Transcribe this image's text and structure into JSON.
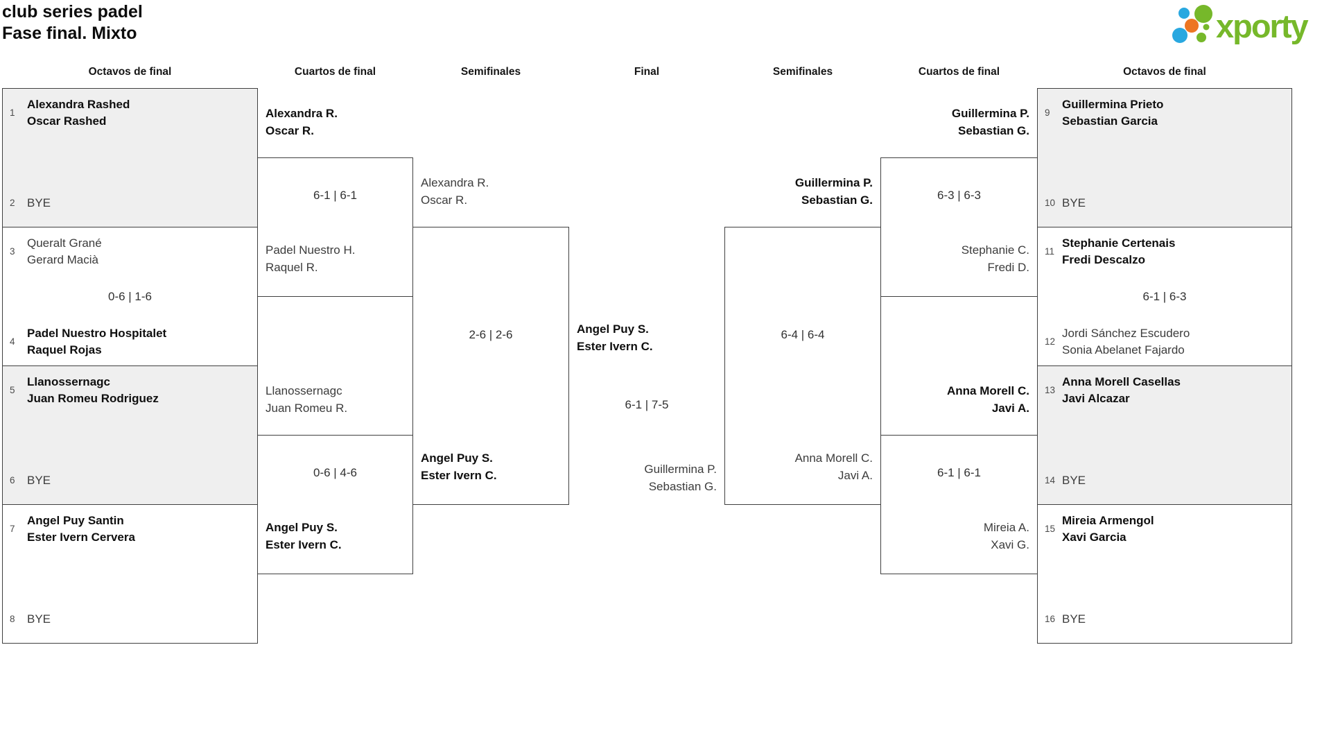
{
  "title": {
    "line1": "club series padel",
    "line2": "Fase final. Mixto"
  },
  "logo": {
    "brand": "xporty",
    "colors": {
      "green": "#76b82a",
      "blue": "#29a8e0",
      "orange": "#ed7622"
    }
  },
  "columns": [
    "Octavos de final",
    "Cuartos de final",
    "Semifinales",
    "Final",
    "Semifinales",
    "Cuartos de final",
    "Octavos de final"
  ],
  "colors": {
    "shaded_box": "#efefef",
    "border": "#3f3f3f",
    "text_strong": "#0f0f0f",
    "text_regular": "#3c3c3c"
  },
  "r16_left": [
    {
      "top": {
        "seed": "1",
        "lines": [
          "Alexandra Rashed",
          "Oscar Rashed"
        ]
      },
      "bottom": {
        "seed": "2",
        "lines": [
          "BYE"
        ]
      },
      "score": ""
    },
    {
      "top": {
        "seed": "3",
        "lines": [
          "Queralt Grané",
          "Gerard Macià"
        ]
      },
      "bottom": {
        "seed": "4",
        "lines": [
          "Padel Nuestro Hospitalet",
          "Raquel Rojas"
        ]
      },
      "score": "0-6 | 1-6"
    },
    {
      "top": {
        "seed": "5",
        "lines": [
          "Llanossernagc",
          "Juan Romeu Rodriguez"
        ]
      },
      "bottom": {
        "seed": "6",
        "lines": [
          "BYE"
        ]
      },
      "score": ""
    },
    {
      "top": {
        "seed": "7",
        "lines": [
          "Angel Puy Santin",
          "Ester Ivern Cervera"
        ]
      },
      "bottom": {
        "seed": "8",
        "lines": [
          "BYE"
        ]
      },
      "score": ""
    }
  ],
  "qf_left": [
    {
      "top": {
        "lines": [
          "Alexandra R.",
          "Oscar R."
        ]
      },
      "score": "6-1 | 6-1",
      "bottom": {
        "lines": [
          "Padel Nuestro H.",
          "Raquel R."
        ]
      }
    },
    {
      "top": {
        "lines": [
          "Llanossernagc",
          "Juan Romeu R."
        ]
      },
      "score": "0-6 | 4-6",
      "bottom": {
        "lines": [
          "Angel Puy S.",
          "Ester Ivern C."
        ]
      }
    }
  ],
  "sf_left": {
    "top": {
      "lines": [
        "Alexandra R.",
        "Oscar R."
      ]
    },
    "score": "2-6 | 2-6",
    "bottom": {
      "lines": [
        "Angel Puy S.",
        "Ester Ivern C."
      ]
    }
  },
  "final": {
    "top": {
      "lines": [
        "Angel Puy S.",
        "Ester Ivern C."
      ]
    },
    "score": "6-1 | 7-5",
    "bottom": {
      "lines": [
        "Guillermina P.",
        "Sebastian G."
      ]
    }
  },
  "sf_right": {
    "top": {
      "lines": [
        "Guillermina P.",
        "Sebastian G."
      ]
    },
    "score": "6-4 | 6-4",
    "bottom": {
      "lines": [
        "Anna Morell C.",
        "Javi A."
      ]
    }
  },
  "qf_right": [
    {
      "top": {
        "lines": [
          "Guillermina P.",
          "Sebastian G."
        ]
      },
      "score": "6-3 | 6-3",
      "bottom": {
        "lines": [
          "Stephanie C.",
          "Fredi D."
        ]
      }
    },
    {
      "top": {
        "lines": [
          "Anna Morell C.",
          "Javi A."
        ]
      },
      "score": "6-1 | 6-1",
      "bottom": {
        "lines": [
          "Mireia A.",
          "Xavi G."
        ]
      }
    }
  ],
  "r16_right": [
    {
      "top": {
        "seed": "9",
        "lines": [
          "Guillermina Prieto",
          "Sebastian Garcia"
        ]
      },
      "bottom": {
        "seed": "10",
        "lines": [
          "BYE"
        ]
      },
      "score": ""
    },
    {
      "top": {
        "seed": "11",
        "lines": [
          "Stephanie Certenais",
          "Fredi Descalzo"
        ]
      },
      "bottom": {
        "seed": "12",
        "lines": [
          "Jordi Sánchez Escudero",
          "Sonia Abelanet Fajardo"
        ]
      },
      "score": "6-1 | 6-3"
    },
    {
      "top": {
        "seed": "13",
        "lines": [
          "Anna Morell Casellas",
          "Javi Alcazar"
        ]
      },
      "bottom": {
        "seed": "14",
        "lines": [
          "BYE"
        ]
      },
      "score": ""
    },
    {
      "top": {
        "seed": "15",
        "lines": [
          "Mireia Armengol",
          "Xavi Garcia"
        ]
      },
      "bottom": {
        "seed": "16",
        "lines": [
          "BYE"
        ]
      },
      "score": ""
    }
  ]
}
